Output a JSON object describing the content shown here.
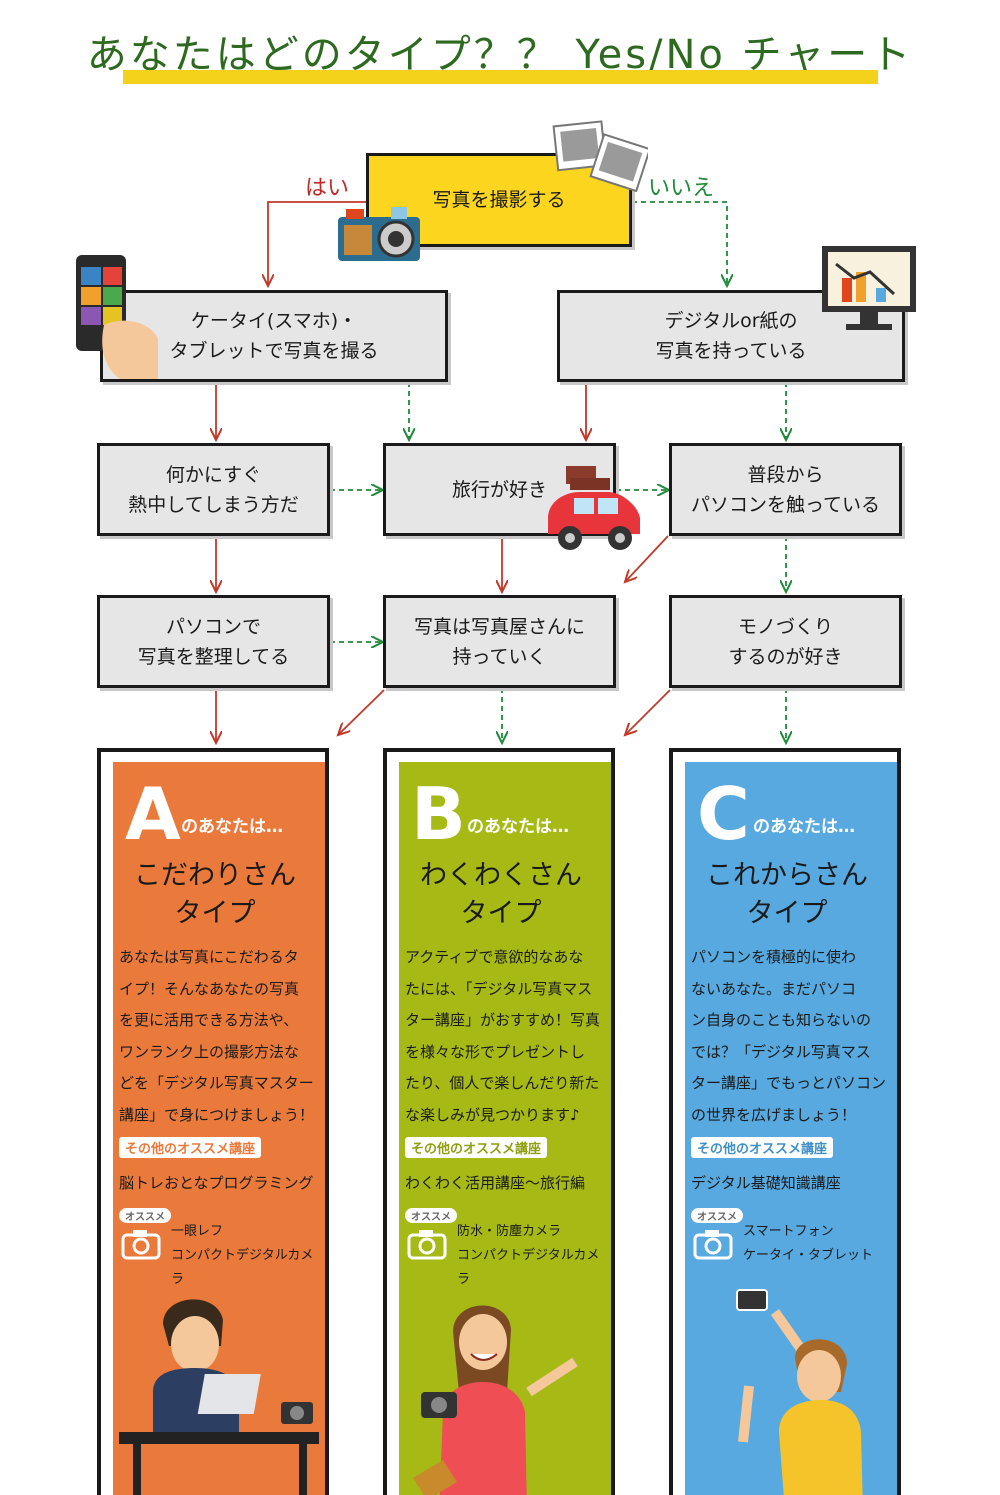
{
  "title": "あなたはどのタイプ？？ Yes/No チャート",
  "labels": {
    "yes": "はい",
    "no": "いいえ"
  },
  "nodes": {
    "start": "写真を撮影する",
    "q_mobile": "ケータイ(スマホ)・\nタブレットで写真を撮る",
    "q_digital": "デジタルor紙の\n写真を持っている",
    "q_focus": "何かにすぐ\n熱中してしまう方だ",
    "q_travel": "旅行が好き",
    "q_pc": "普段から\nパソコンを触っている",
    "q_organize": "パソコンで\n写真を整理してる",
    "q_shop": "写真は写真屋さんに\n持っていく",
    "q_craft": "モノづくり\nするのが好き"
  },
  "results": {
    "a": {
      "letter": "A",
      "suffix": "のあなたは…",
      "type_name": "こだわりさん\nタイプ",
      "description": "あなたは写真にこだわるタ\nイプ！そんなあなたの写真\nを更に活用できる方法や、\nワンランク上の撮影方法な\nどを「デジタル写真マスター\n講座」で身につけましょう！",
      "other_label": "その他のオススメ講座",
      "other_course": "脳トレおとなプログラミング",
      "rec_label": "オススメ",
      "rec_items": "一眼レフ\nコンパクトデジタルカメラ",
      "color": "#ea7a3c"
    },
    "b": {
      "letter": "B",
      "suffix": "のあなたは…",
      "type_name": "わくわくさん\nタイプ",
      "description": "アクティブで意欲的なあな\nたには、「デジタル写真マス\nター講座」がおすすめ！写真\nを様々な形でプレゼントし\nたり、個人で楽しんだり新た\nな楽しみが見つかります♪",
      "other_label": "その他のオススメ講座",
      "other_course": "わくわく活用講座～旅行編",
      "rec_label": "オススメ",
      "rec_items": "防水・防塵カメラ\nコンパクトデジタルカメラ",
      "color": "#a6b915"
    },
    "c": {
      "letter": "C",
      "suffix": "のあなたは…",
      "type_name": "これからさん\nタイプ",
      "description": "パソコンを積極的に使わ\nないあなた。まだパソコ\nン自身のことも知らないの\nでは？「デジタル写真マス\nター講座」でもっとパソコン\nの世界を広げましょう！",
      "other_label": "その他のオススメ講座",
      "other_course": "デジタル基礎知識講座",
      "rec_label": "オススメ",
      "rec_items": "スマートフォン\nケータイ・タブレット",
      "color": "#57a9df"
    }
  },
  "colors": {
    "yes_arrow": "#c0392b",
    "no_arrow": "#1f8a3a",
    "highlight": "#f4d21c"
  }
}
